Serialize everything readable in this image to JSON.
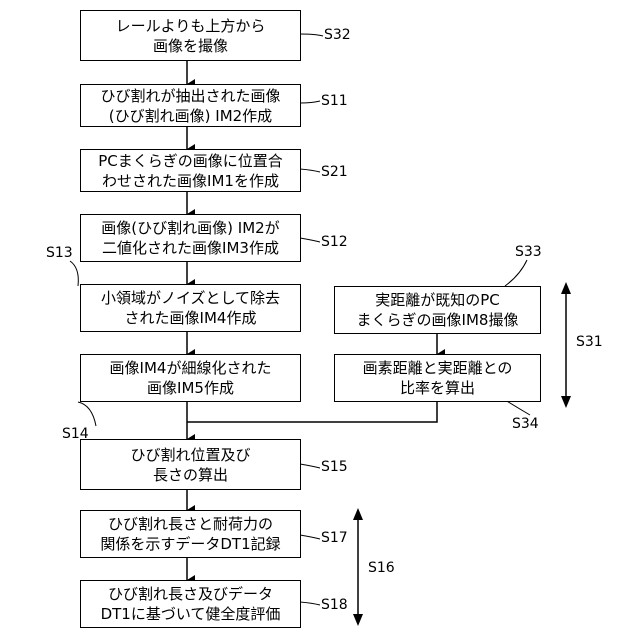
{
  "steps": {
    "s32": {
      "line1": "レールよりも上方から",
      "line2": "画像を撮像",
      "id": "S32"
    },
    "s11": {
      "line1": "ひび割れが抽出された画像",
      "line2": "(ひび割れ画像) IM2作成",
      "id": "S11"
    },
    "s21": {
      "line1": "PCまくらぎの画像に位置合",
      "line2": "わせされた画像IM1を作成",
      "id": "S21"
    },
    "s12": {
      "line1": "画像(ひび割れ画像) IM2が",
      "line2": "二値化された画像IM3作成",
      "id": "S12"
    },
    "s13": {
      "line1": "小領域がノイズとして除去",
      "line2": "された画像IM4作成",
      "id": "S13"
    },
    "s14": {
      "line1": "画像IM4が細線化された",
      "line2": "画像IM5作成",
      "id": "S14"
    },
    "s33": {
      "line1": "実距離が既知のPC",
      "line2": "まくらぎの画像IM8撮像",
      "id": "S33"
    },
    "s34": {
      "line1": "画素距離と実距離との",
      "line2": "比率を算出",
      "id": "S34"
    },
    "s15": {
      "line1": "ひび割れ位置及び",
      "line2": "長さの算出",
      "id": "S15"
    },
    "s17": {
      "line1": "ひび割れ長さと耐荷力の",
      "line2": "関係を示すデータDT1記録",
      "id": "S17"
    },
    "s18": {
      "line1": "ひび割れ長さ及びデータ",
      "line2": "DT1に基づいて健全度評価",
      "id": "S18"
    }
  },
  "groups": {
    "s31": "S31",
    "s16": "S16"
  }
}
